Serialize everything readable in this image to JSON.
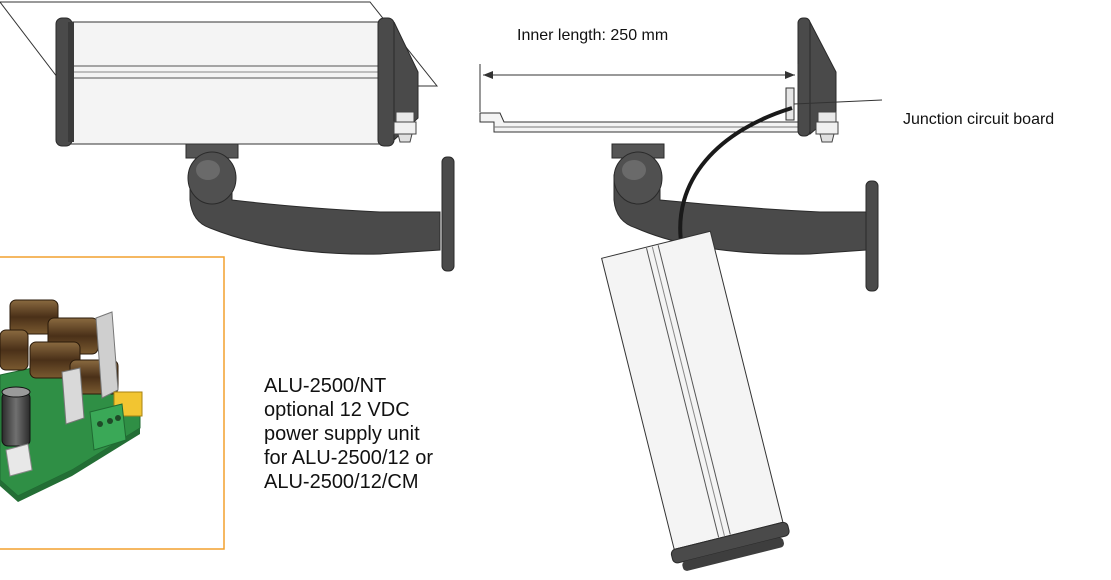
{
  "labels": {
    "inner_length": "Inner length: 250 mm",
    "junction_board": "Junction circuit board"
  },
  "psu_caption": {
    "lines": [
      "ALU-2500/NT",
      "optional 12 VDC",
      "power supply unit",
      "for ALU-2500/12 or",
      "ALU-2500/12/CM"
    ]
  },
  "colors": {
    "bracket": "#4a4a4a",
    "housing_body": "#f4f4f4",
    "outline": "#333333",
    "photo_frame": "#f2a12e",
    "pcb_green": "#2f8f45",
    "terminal_green": "#3aa857",
    "connector_yellow": "#f2c531",
    "coil_brown": "#6a4a2a",
    "capacitor_black": "#1e1e1e"
  }
}
